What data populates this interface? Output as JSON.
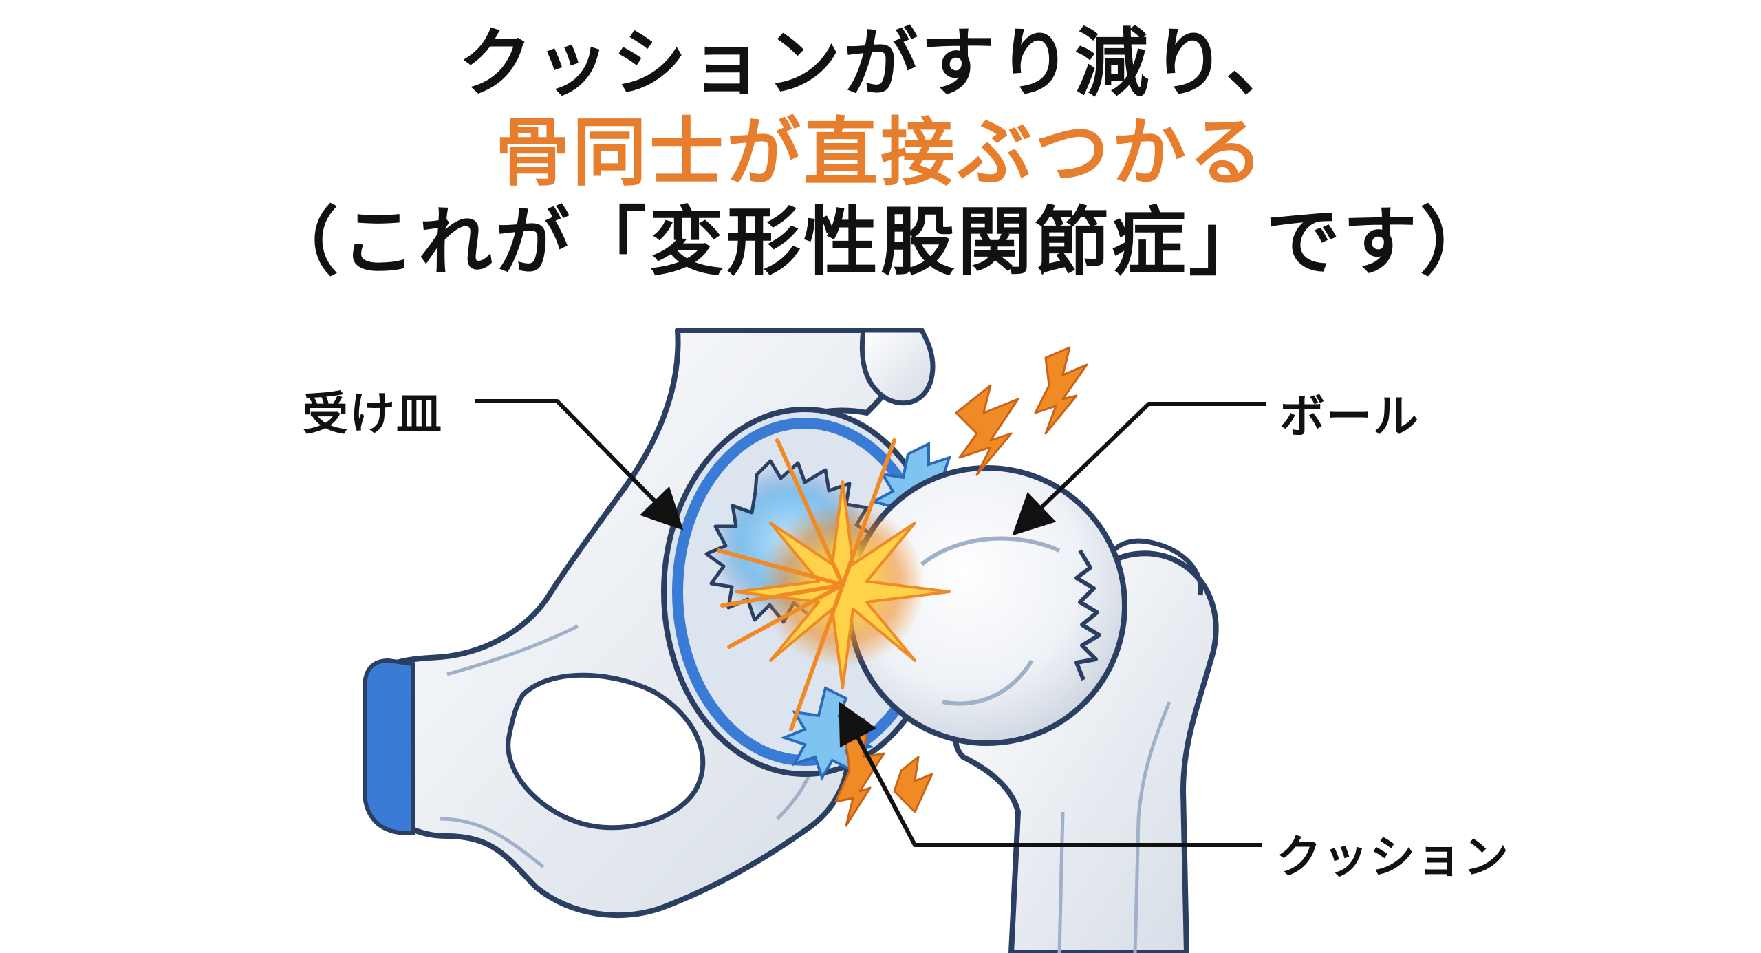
{
  "title": {
    "line1": "クッションがすり減り、",
    "line2": "骨同士が直接ぶつかる",
    "line3": "（これが「変形性股関節症」です）"
  },
  "labels": {
    "socket": "受け皿",
    "ball": "ボール",
    "cushion": "クッション"
  },
  "colors": {
    "title_black": "#111111",
    "title_accent": "#e67e2e",
    "bone_outline": "#2b3f63",
    "bone_fill": "#e9edf3",
    "socket_blue": "#3a7bd5",
    "cartilage_blue": "#7fc3f0",
    "impact_orange": "#ef8a24",
    "impact_yellow": "#ffd24a"
  },
  "icons": {
    "impact": "impact-burst-icon",
    "lightning": "lightning-bolt-icon"
  }
}
